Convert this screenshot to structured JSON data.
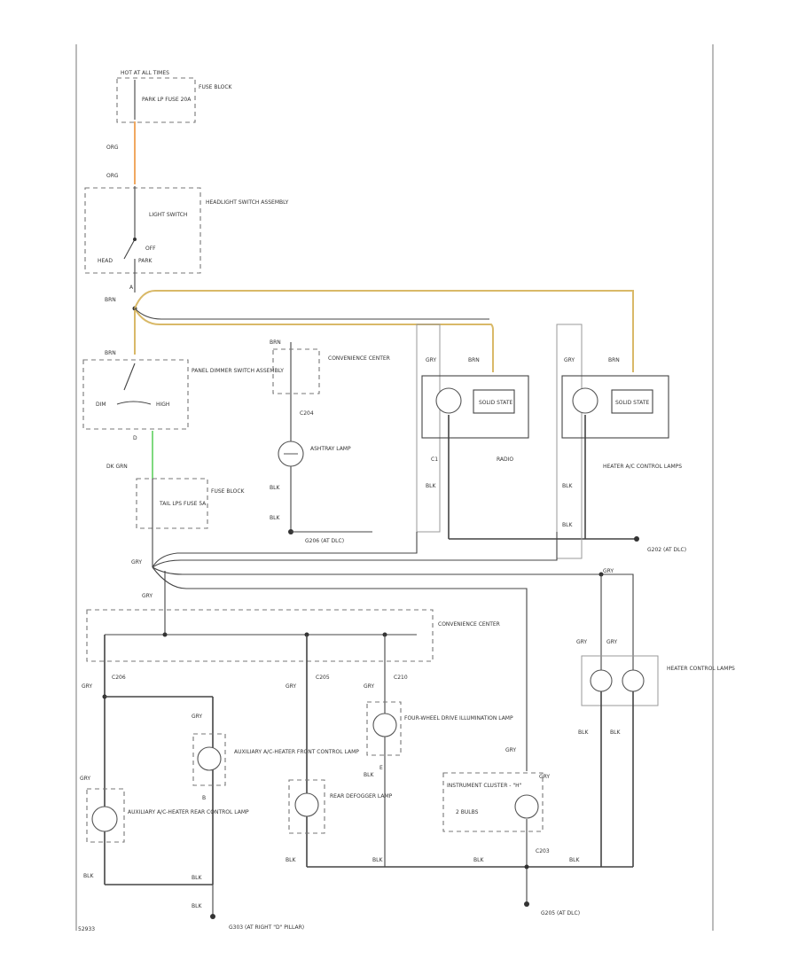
{
  "colors": {
    "orange": "#f0a860",
    "yellow": "#d9b968",
    "green": "#7fd97f",
    "wire": "#444444"
  },
  "labels": {
    "hot_at_all_times": "HOT AT ALL TIMES",
    "fuse_block_top": "FUSE BLOCK",
    "park_lp_fuse": "PARK LP FUSE 20A",
    "org1": "ORG",
    "org2": "ORG",
    "headlight_switch": "HEADLIGHT SWITCH ASSEMBLY",
    "light_switch": "LIGHT SWITCH",
    "head": "HEAD",
    "park": "PARK",
    "off": "OFF",
    "brn_a": "BRN",
    "brn_b": "BRN",
    "brn_c": "BRN",
    "panel_dimmer": "PANEL DIMMER SWITCH ASSEMBLY",
    "dim": "DIM",
    "high": "HIGH",
    "dk_grn": "DK GRN",
    "fuse_block_2": "FUSE BLOCK",
    "tail_lps_fuse": "TAIL LPS FUSE 5A",
    "convenience_center_1": "CONVENIENCE CENTER",
    "c204": "C204",
    "ashtray_lamp": "ASHTRAY LAMP",
    "blk_1": "BLK",
    "blk_2": "BLK",
    "g206": "G206 (AT DLC)",
    "gry_radio": "GRY",
    "brn_radio": "BRN",
    "radio": "RADIO",
    "c1": "C1",
    "solid_state_1": "SOLID STATE",
    "blk_radio": "BLK",
    "gry_heater": "GRY",
    "brn_heater": "BRN",
    "solid_state_2": "SOLID STATE",
    "heater_ac_lamps": "HEATER A/C CONTROL LAMPS",
    "blk_heater_1": "BLK",
    "blk_heater_2": "BLK",
    "g202": "G202 (AT DLC)",
    "gry_main": "GRY",
    "gry_main2": "GRY",
    "gry_right": "GRY",
    "convenience_center_2": "CONVENIENCE CENTER",
    "c206": "C206",
    "c205": "C205",
    "c210": "C210",
    "gry_c206": "GRY",
    "gry_c205": "GRY",
    "gry_c210": "GRY",
    "gry_aux1": "GRY",
    "gry_aux2": "GRY",
    "aux_rear": "AUXILIARY A/C-HEATER REAR CONTROL LAMP",
    "aux_front": "AUXILIARY A/C-HEATER FRONT CONTROL LAMP",
    "rear_defogger": "REAR DEFOGGER LAMP",
    "four_wd": "FOUR-WHEEL DRIVE ILLUMINATION LAMP",
    "blk_4wd": "BLK",
    "gry_4wd": "GRY",
    "instrument_cluster": "INSTRUMENT CLUSTER - \"H\"",
    "bulbs": "2 BULBS",
    "gry_ic": "GRY",
    "gry_ic2": "GRY",
    "c203": "C203",
    "heater_lamps_2": "HEATER CONTROL LAMPS",
    "gry_h1": "GRY",
    "gry_h2": "GRY",
    "blk_h1": "BLK",
    "blk_h2": "BLK",
    "blk_left": "BLK",
    "blk_left2": "BLK",
    "blk_bottom": "BLK",
    "blk_bottom2": "BLK",
    "blk_mid": "BLK",
    "blk_mid2": "BLK",
    "blk_r": "BLK",
    "g303": "G303 (AT RIGHT \"D\" PILLAR)",
    "g205": "G205 (AT DLC)",
    "page_id": "52933",
    "pin_a": "A",
    "pin_b": "B",
    "pin_d": "D",
    "pin_e": "E"
  }
}
